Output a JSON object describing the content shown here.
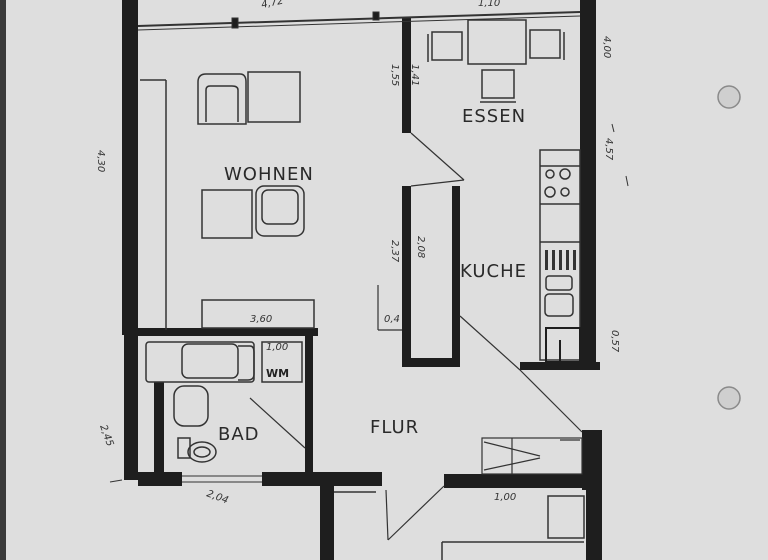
{
  "plan": {
    "paper_color": "#dedede",
    "wall_color": "#1e1e1e",
    "rooms": [
      {
        "id": "wohnen",
        "label": "WOHNEN"
      },
      {
        "id": "essen",
        "label": "ESSEN"
      },
      {
        "id": "kuche",
        "label": "KUCHE"
      },
      {
        "id": "bad",
        "label": "BAD"
      },
      {
        "id": "flur",
        "label": "FLUR"
      }
    ],
    "fixtures": {
      "washing_machine": "WM"
    },
    "dimensions": {
      "top_left": "4,72",
      "top_right": "1,10",
      "essen_wall_outer": "1,55",
      "essen_wall_inner": "1,41",
      "right_outer_top": "4,00",
      "right_outer_mid": "4,57",
      "left_outer": "4,30",
      "kitchen_partition_left": "2,37",
      "kitchen_partition_right": "2,08",
      "kitchen_stub": "0,4",
      "wohnen_bottom": "3,60",
      "wm_niche": "1,00",
      "right_outer_low": "0,57",
      "bad_left": "2,45",
      "bad_bottom": "2,04",
      "flur_bottom": "1,00"
    }
  }
}
